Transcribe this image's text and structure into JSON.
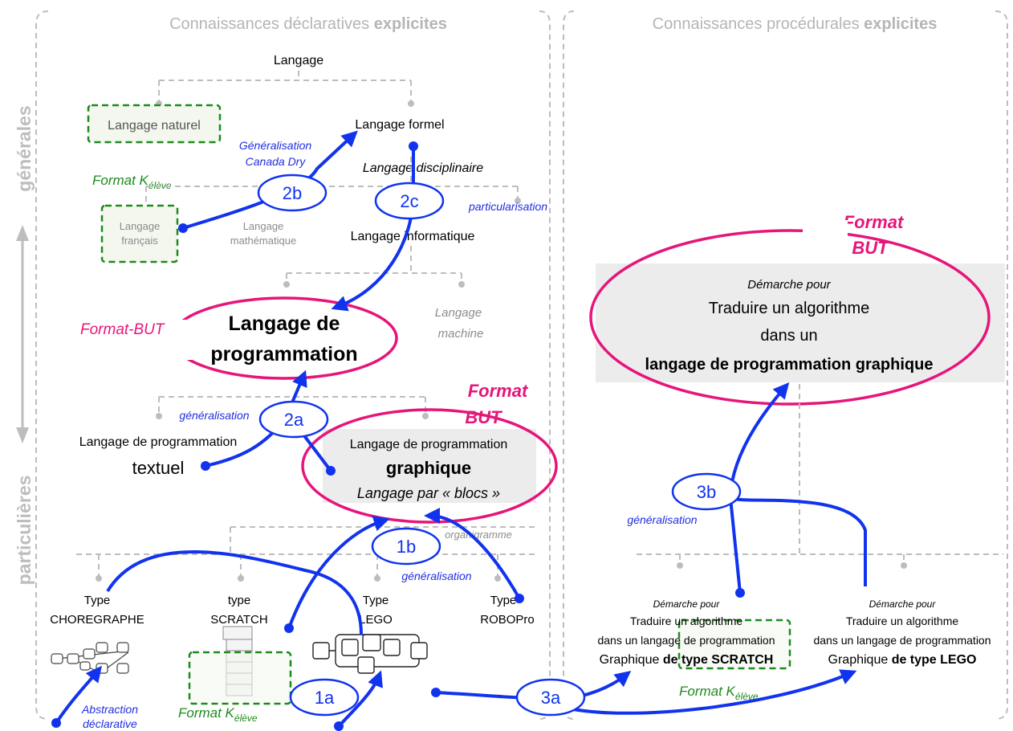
{
  "headers": {
    "left_normal": "Connaissances déclaratives ",
    "left_bold": "explicites",
    "right_normal": "Connaissances procédurales ",
    "right_bold": "explicites"
  },
  "side": {
    "top": "générales",
    "bottom": "particulières"
  },
  "top_tree": {
    "root": "Langage",
    "natural": "Langage naturel",
    "formal": "Langage formel",
    "disciplinary": "Langage  disciplinaire",
    "french_1": "Langage",
    "french_2": "français",
    "math_1": "Langage",
    "math_2": "mathématique",
    "info": "Langage informatique",
    "machine_1": "Langage",
    "machine_2": "machine",
    "particularisation": "particularisation",
    "gen_canada_1": "Généralisation",
    "gen_canada_2": "Canada Dry",
    "format_eleve": "Format K",
    "format_eleve_sub": "élève"
  },
  "prog": {
    "format_but": "Format-BUT",
    "title_1": "Langage de",
    "title_2": "programmation",
    "generalisation": "généralisation",
    "textual_1": "Langage de programmation",
    "textual_2": "textuel",
    "graphic_1": "Langage de programmation",
    "graphic_2": "graphique",
    "graphic_3": "Langage par « blocs »",
    "format_but_1": "Format",
    "format_but_2": "BUT"
  },
  "bottom_tree": {
    "organigramme": "organigramme",
    "generalisation": "généralisation",
    "chore_1": "Type",
    "chore_2": "CHOREGRAPHE",
    "scratch_1": "type",
    "scratch_2": "SCRATCH",
    "lego_1": "Type",
    "lego_2": "LEGO",
    "robo_1": "Type",
    "robo_2": "ROBOPro",
    "abstraction_1": "Abstraction",
    "abstraction_2": "déclarative",
    "format_eleve": "Format K",
    "format_eleve_sub": "élève"
  },
  "badges": {
    "b2b": "2b",
    "b2c": "2c",
    "b2a": "2a",
    "b1b": "1b",
    "b1a": "1a",
    "b3b": "3b",
    "b3a": "3a"
  },
  "right": {
    "format_1": "Format",
    "format_2": "BUT",
    "goal_1": "Démarche pour",
    "goal_2": "Traduire un algorithme",
    "goal_3": "dans un",
    "goal_4": "langage de programmation graphique",
    "generalisation": "généralisation",
    "scratch_1": "Démarche pour",
    "scratch_2": "Traduire un algorithme",
    "scratch_3": "dans un langage de programmation",
    "scratch_4a": "Graphique ",
    "scratch_4b": "de type SCRATCH",
    "lego_1": "Démarche pour",
    "lego_2": "Traduire un algorithme",
    "lego_3": "dans un langage de programmation",
    "lego_4a": "Graphique ",
    "lego_4b": "de type LEGO",
    "format_eleve": "Format K",
    "format_eleve_sub": "élève"
  },
  "colors": {
    "blue": "#1133ee",
    "pink": "#e6157a",
    "green": "#1e8a1e",
    "gray": "#bdbdbd"
  }
}
